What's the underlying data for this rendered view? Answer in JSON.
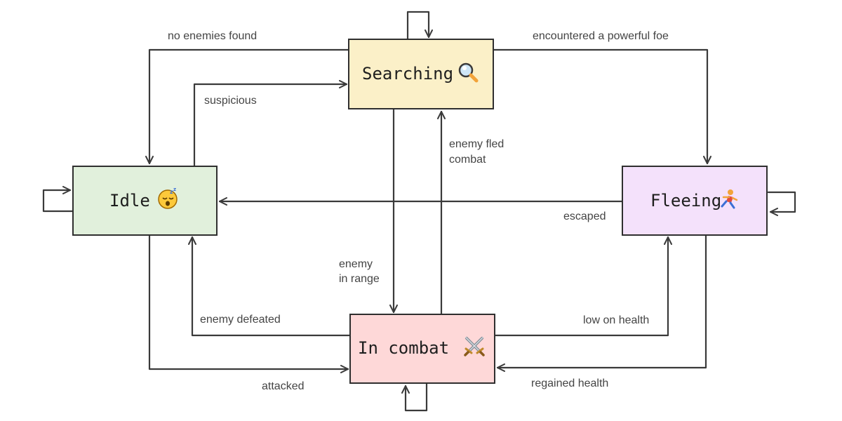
{
  "diagram": {
    "nodes": {
      "searching": {
        "label": "Searching",
        "color": "#fbf0c8"
      },
      "idle": {
        "label": "Idle",
        "color": "#e1f0dc"
      },
      "fleeing": {
        "label": "Fleeing",
        "color": "#f4e1fb"
      },
      "combat": {
        "label": "In combat",
        "color": "#fed8d8"
      }
    },
    "edges": {
      "no_enemies_found": "no enemies found",
      "suspicious": "suspicious",
      "encountered_foe": "encountered a powerful foe",
      "enemy_fled_line1": "enemy fled",
      "enemy_fled_line2": "combat",
      "enemy_in_range_line1": "enemy",
      "enemy_in_range_line2": "in range",
      "escaped": "escaped",
      "enemy_defeated": "enemy defeated",
      "low_on_health": "low on health",
      "attacked": "attacked",
      "regained_health": "regained health"
    },
    "icons": [
      "sleeping-face-icon",
      "magnifying-glass-icon",
      "running-person-icon",
      "crossed-swords-icon"
    ]
  }
}
